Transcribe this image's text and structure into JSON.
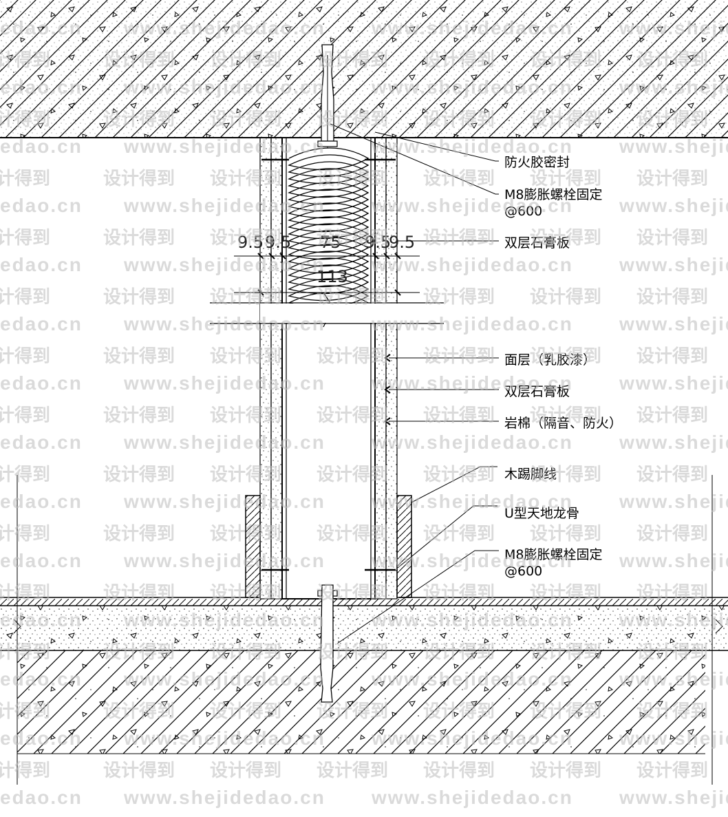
{
  "labels": {
    "fire_sealant": "防火胶密封",
    "m8_bolt_top": "M8膨胀螺栓固定",
    "m8_bolt_top_spacing": "@600",
    "double_gypsum_top": "双层石膏板",
    "finish_layer": "面层（乳胶漆）",
    "double_gypsum": "双层石膏板",
    "rock_wool": "岩棉（隔音、防火）",
    "wood_skirting": "木踢脚线",
    "u_track": "U型天地龙骨",
    "m8_bolt_bottom": "M8膨胀螺栓固定",
    "m8_bolt_bottom_spacing": "@600"
  },
  "dimensions": {
    "left_a": "9.5",
    "left_b": "9.5",
    "stud": "75",
    "right_a": "9.5",
    "right_b": "9.5",
    "total": "113"
  },
  "watermark": {
    "site": "www.shejidedao.cn",
    "domain_short": "edao.cn",
    "brand": "设计得到",
    "brand_tail": "计得到"
  },
  "colors": {
    "line": "#000000",
    "watermark": "#bdbdbd",
    "background": "#ffffff"
  }
}
